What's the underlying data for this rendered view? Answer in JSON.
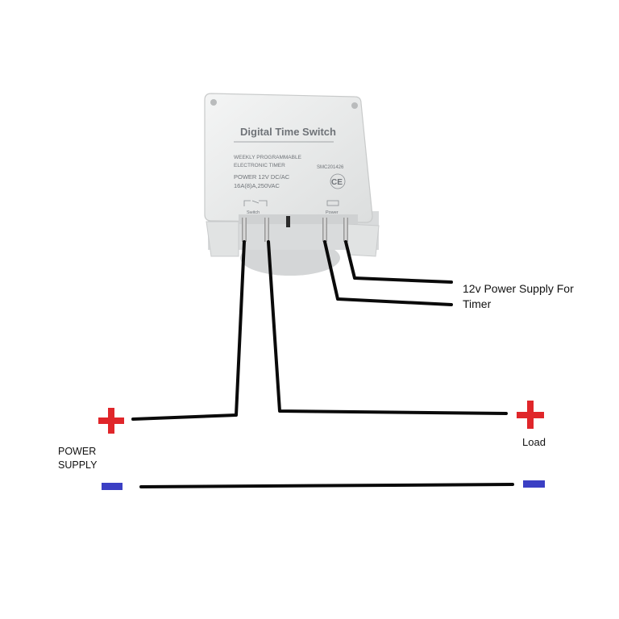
{
  "device": {
    "title": "Digital Time Switch",
    "line1": "WEEKLY PROGRAMMABLE",
    "line2": "ELECTRONIC TIMER",
    "model": "SMC201426",
    "power_rating": "POWER  12V DC/AC",
    "current_rating": "16A(8)A,250VAC",
    "ce_mark": "CE",
    "switch_label": "Switch",
    "power_label": "Power"
  },
  "labels": {
    "timer_supply_line1": "12v Power Supply For",
    "timer_supply_line2": "Timer",
    "power_supply_line1": "POWER",
    "power_supply_line2": "SUPPLY",
    "load": "Load"
  },
  "colors": {
    "positive": "#e0262a",
    "negative": "#3b3fc4",
    "wire": "#0a0a0a",
    "device_body": "#e9eaea"
  }
}
